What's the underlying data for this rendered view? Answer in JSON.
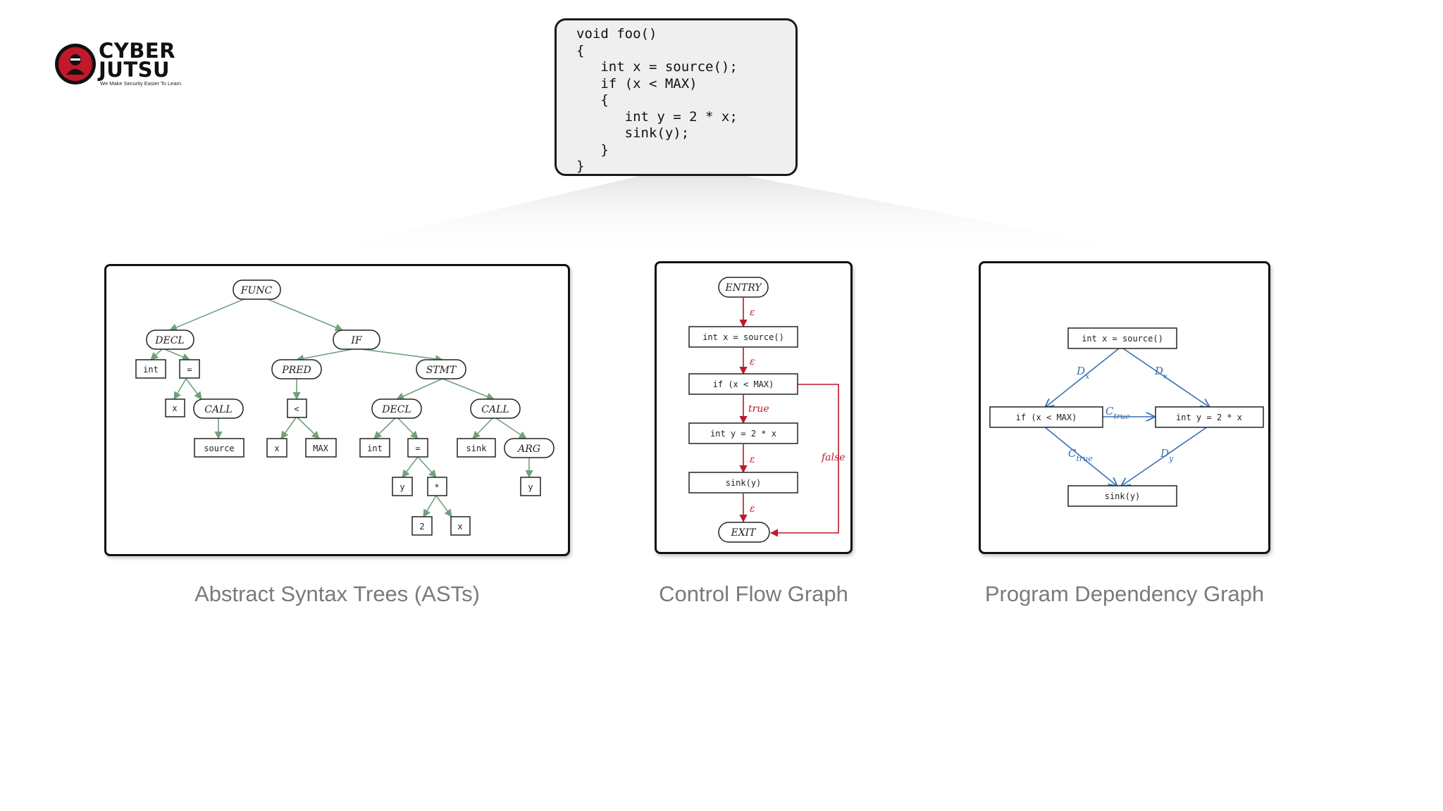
{
  "logo": {
    "line1": "CYBER",
    "line2": "JUTSU",
    "tagline": "We Make Security Easier To Learn",
    "badge_text": "CYBER JUTSU"
  },
  "code_snippet": {
    "lines": [
      "void foo()",
      "{",
      "   int x = source();",
      "   if (x < MAX)",
      "   {",
      "      int y = 2 * x;",
      "      sink(y);",
      "   }",
      "}"
    ]
  },
  "ast": {
    "caption": "Abstract Syntax Trees (ASTs)",
    "nodes": {
      "func": "FUNC",
      "decl1": "DECL",
      "if": "IF",
      "int1": "int",
      "assign1": "=",
      "x1": "x",
      "call1": "CALL",
      "source": "source",
      "pred": "PRED",
      "lt": "<",
      "x2": "x",
      "max": "MAX",
      "stmt": "STMT",
      "decl2": "DECL",
      "call2": "CALL",
      "int2": "int",
      "assign2": "=",
      "y1": "y",
      "mul": "*",
      "two": "2",
      "x3": "x",
      "sink": "sink",
      "arg": "ARG",
      "y2": "y"
    }
  },
  "cfg": {
    "caption": "Control Flow Graph",
    "nodes": {
      "entry": "ENTRY",
      "n1": "int x = source()",
      "n2": "if (x < MAX)",
      "n3": "int y = 2 * x",
      "n4": "sink(y)",
      "exit": "EXIT"
    },
    "edges": {
      "eps": "ε",
      "true": "true",
      "false": "false"
    }
  },
  "pdg": {
    "caption": "Program Dependency Graph",
    "nodes": {
      "top": "int x = source()",
      "left": "if (x < MAX)",
      "right": "int y = 2 * x",
      "bottom": "sink(y)"
    },
    "edges": {
      "D": "D",
      "C": "C",
      "sub_x": "x",
      "sub_y": "y",
      "sub_true": "true"
    }
  },
  "colors": {
    "ast_edge": "#6fa27a",
    "cfg_edge": "#c0172d",
    "pdg_edge": "#3a6fb0",
    "caption": "#7a7a7a"
  }
}
